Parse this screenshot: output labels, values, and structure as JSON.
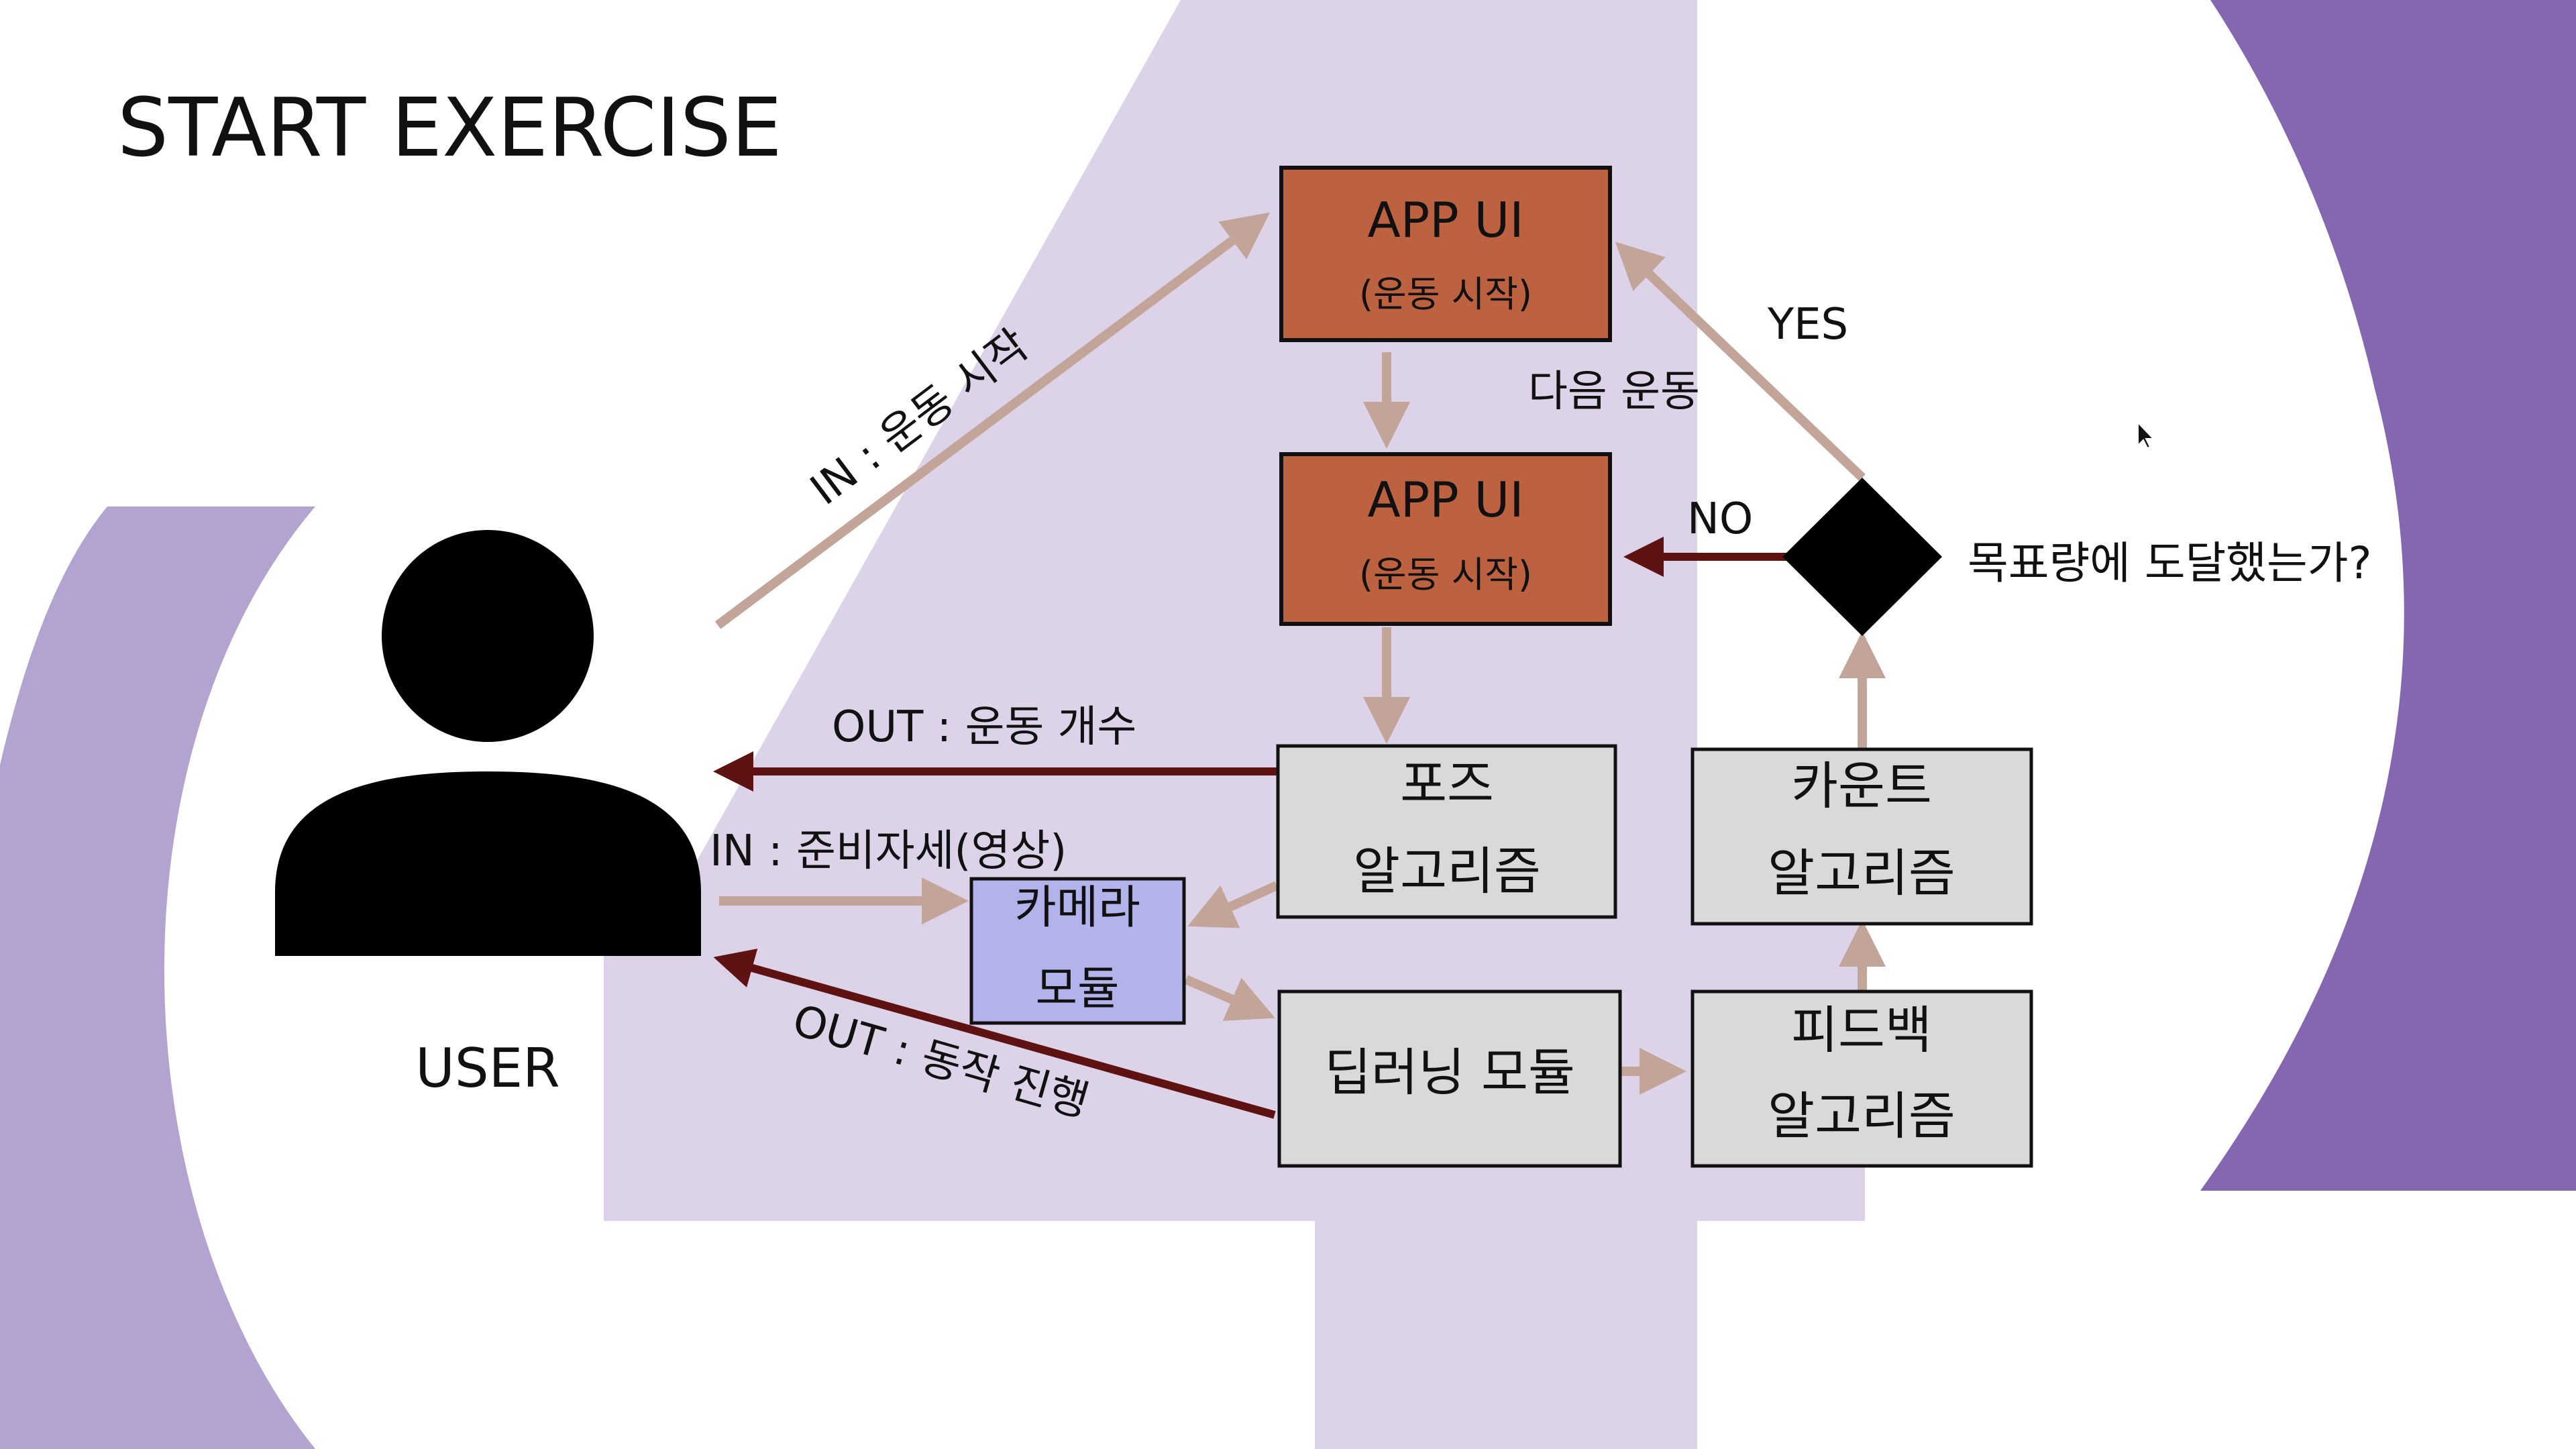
{
  "colors": {
    "background": "#ffffff",
    "bg_light_purple": "#dcd3e9",
    "bg_mid_purple": "#b2a3d1",
    "bg_dark_purple": "#8466b1",
    "app_ui_box": "#bd6240",
    "module_box": "#d9d9d9",
    "camera_box": "#b3b3ec",
    "arrow_light": "#c2a598",
    "arrow_dark": "#5f1212",
    "decision": "#000000",
    "user_icon": "#000000"
  },
  "title": "START EXERCISE",
  "user": {
    "label": "USER",
    "icon": "person-icon"
  },
  "nodes": {
    "app_ui_top": {
      "line1": "APP UI",
      "line2": "(운동 시작)"
    },
    "app_ui_mid": {
      "line1": "APP UI",
      "line2": "(운동 시작)"
    },
    "pose": {
      "line1": "포즈",
      "line2": "알고리즘"
    },
    "camera": {
      "line1": "카메라",
      "line2": "모듈"
    },
    "deep_learning": {
      "line1": "딥러닝 모듈"
    },
    "count": {
      "line1": "카운트",
      "line2": "알고리즘"
    },
    "feedback": {
      "line1": "피드백",
      "line2": "알고리즘"
    },
    "decision": {
      "question": "목표량에 도달했는가?"
    }
  },
  "edge_labels": {
    "in_start": "IN : 운동 시작",
    "out_count": "OUT : 운동 개수",
    "in_ready": "IN : 준비자세(영상)",
    "out_motion": "OUT : 동작 진행",
    "next": "다음 운동",
    "yes": "YES",
    "no": "NO"
  }
}
